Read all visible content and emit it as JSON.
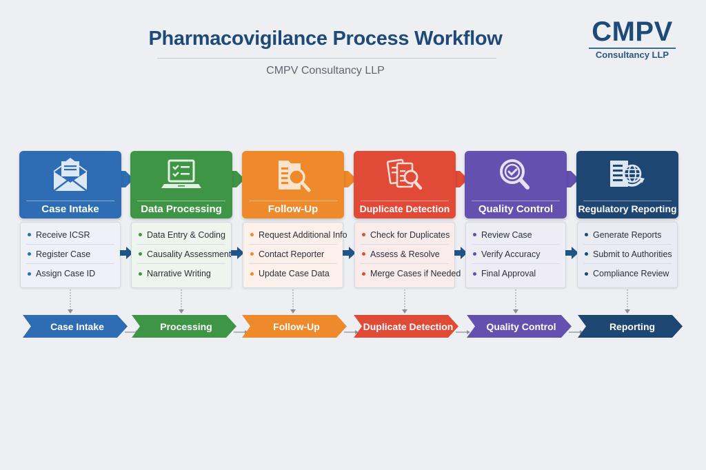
{
  "header": {
    "title": "Pharmacovigilance Process Workflow",
    "subtitle": "CMPV Consultancy LLP"
  },
  "logo": {
    "main": "CMPV",
    "sub": "Consultancy LLP"
  },
  "stages": [
    {
      "label": "Case Intake",
      "icon": "envelope-icon",
      "color": "#2e6db3",
      "tint": "#eef1f8",
      "items": [
        "Receive ICSR",
        "Register Case",
        "Assign Case ID"
      ],
      "chevron_label": "Case Intake"
    },
    {
      "label": "Data Processing",
      "icon": "laptop-checklist-icon",
      "color": "#3f9546",
      "tint": "#edf5ee",
      "items": [
        "Data Entry & Coding",
        "Causality Assessment",
        "Narrative Writing"
      ],
      "chevron_label": "Processing"
    },
    {
      "label": "Follow-Up",
      "icon": "document-search-icon",
      "color": "#ee8a2c",
      "tint": "#fbf1ea",
      "items": [
        "Request Additional Info",
        "Contact Reporter",
        "Update Case Data"
      ],
      "chevron_label": "Follow-Up"
    },
    {
      "label": "Duplicate Detection",
      "icon": "duplicate-documents-search-icon",
      "color": "#e04a37",
      "tint": "#fbecec",
      "items": [
        "Check for Duplicates",
        "Assess & Resolve",
        "Merge Cases if Needed"
      ],
      "chevron_label": "Duplicate Detection"
    },
    {
      "label": "Quality Control",
      "icon": "magnifier-check-icon",
      "color": "#6450ae",
      "tint": "#eeedf6",
      "items": [
        "Review Case",
        "Verify Accuracy",
        "Final Approval"
      ],
      "chevron_label": "Quality Control"
    },
    {
      "label": "Regulatory Reporting",
      "icon": "report-globe-icon",
      "color": "#1d4672",
      "tint": "#e9edf3",
      "items": [
        "Generate Reports",
        "Submit to Authorities",
        "Compliance Review"
      ],
      "chevron_label": "Reporting"
    }
  ],
  "colors": {
    "title": "#1f4a78",
    "between_arrow": "#1f5488",
    "background": "#eeeff3"
  }
}
